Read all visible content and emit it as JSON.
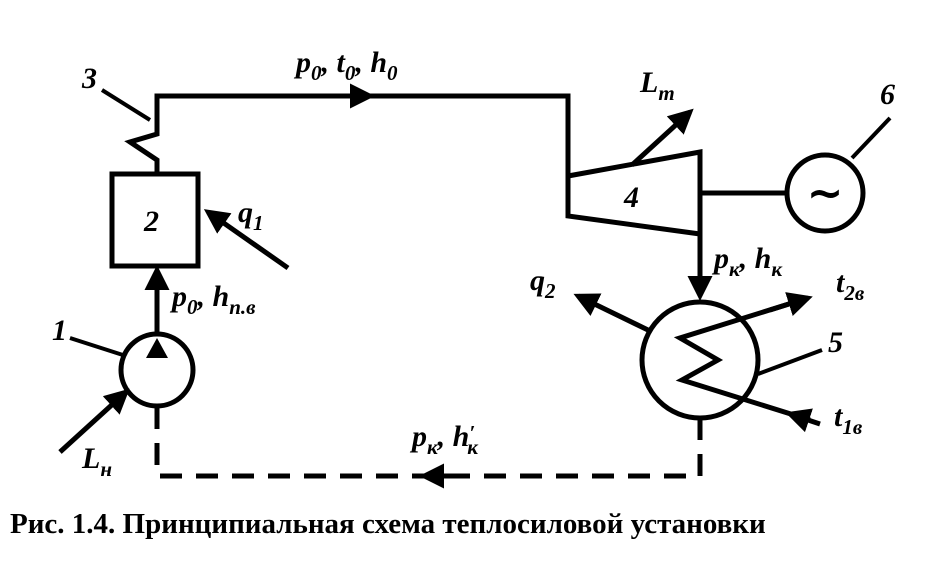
{
  "caption": "Рис. 1.4. Принципиальная схема теплосиловой установки",
  "labels": {
    "n1": "1",
    "n2": "2",
    "n3": "3",
    "n4": "4",
    "n5": "5",
    "n6": "6",
    "generator_symbol": "~",
    "steam_main": {
      "p": "p",
      "p_sub": "0",
      "t": "t",
      "t_sub": "0",
      "h": "h",
      "h_sub": "0"
    },
    "turbine_work": {
      "main": "L",
      "sub": "т"
    },
    "heat_in": {
      "main": "q",
      "sub": "1"
    },
    "feedwater": {
      "p": "p",
      "p_sub": "0",
      "h": "h",
      "h_sub": "п.в"
    },
    "pump_work": {
      "main": "L",
      "sub": "н"
    },
    "exhaust": {
      "p": "p",
      "p_sub": "к",
      "h": "h",
      "h_sub": "к"
    },
    "heat_out": {
      "main": "q",
      "sub": "2"
    },
    "cooling_out": {
      "main": "t",
      "sub": "2в"
    },
    "cooling_in": {
      "main": "t",
      "sub": "1в"
    },
    "condensate": {
      "p": "p",
      "p_sub": "к",
      "h": "h",
      "h_prime": "′",
      "h_sub": "к"
    }
  }
}
